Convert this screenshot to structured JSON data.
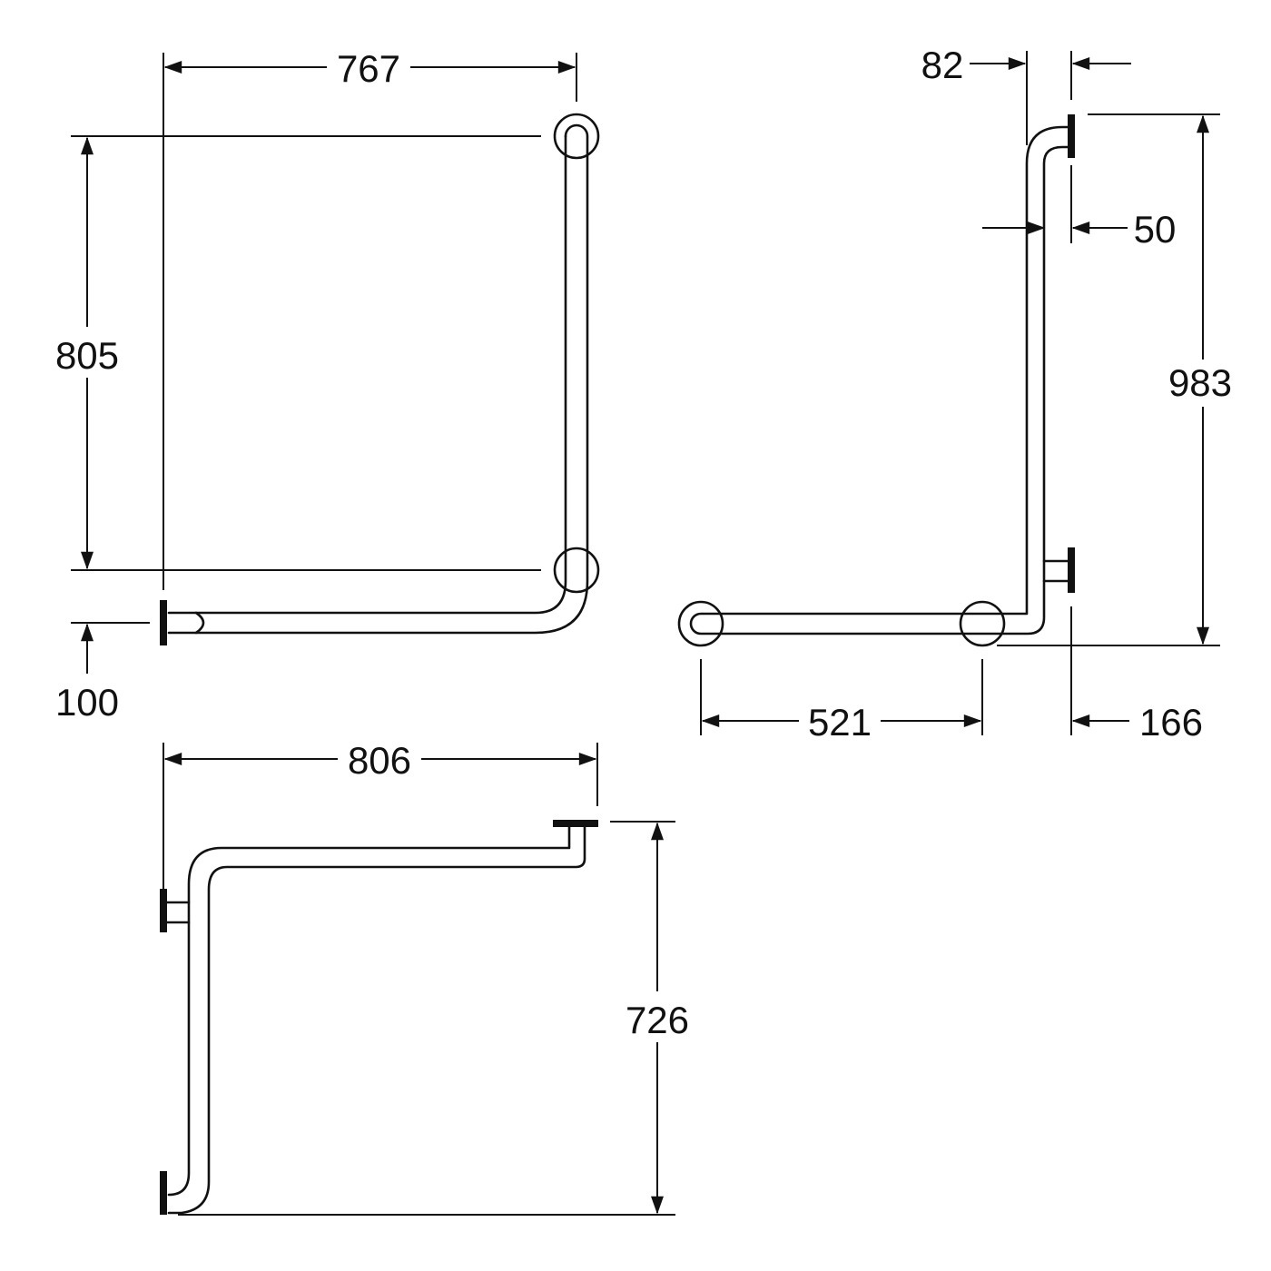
{
  "colors": {
    "ink": "#111111",
    "paper": "#ffffff"
  },
  "dimensions": {
    "front_width": "767",
    "front_height": "805",
    "front_offset": "100",
    "side_top_offset": "82",
    "side_tube_offset": "50",
    "side_height": "983",
    "side_horizontal_length": "521",
    "side_bottom_offset": "166",
    "top_width": "806",
    "top_depth": "726"
  }
}
